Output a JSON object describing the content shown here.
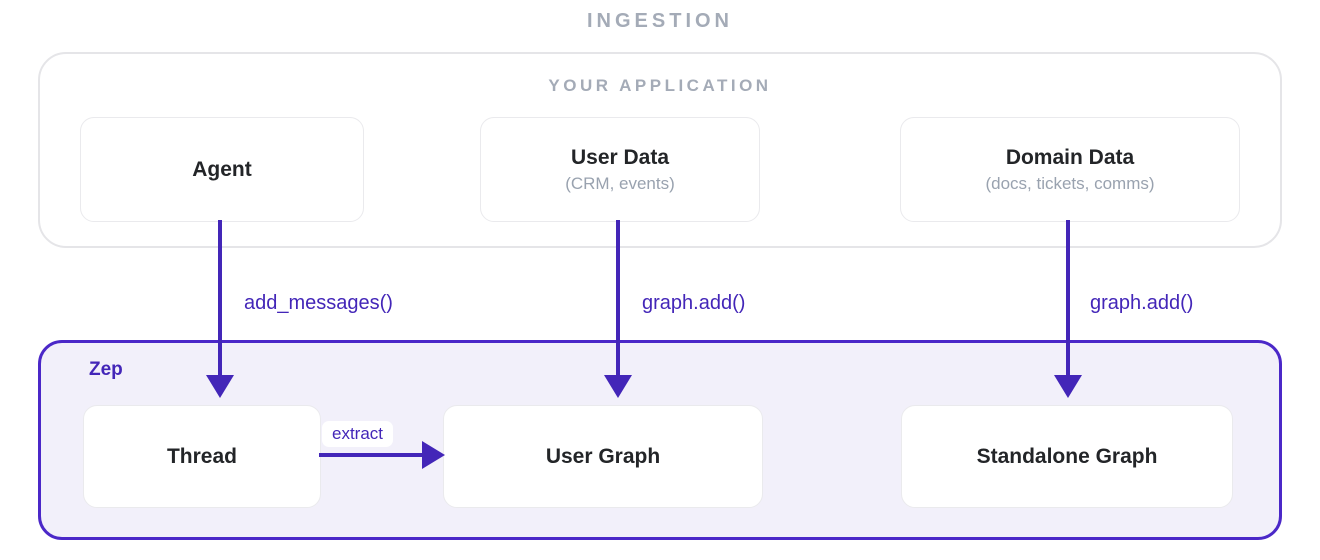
{
  "title": "INGESTION",
  "app_container": {
    "label": "YOUR APPLICATION",
    "boxes": [
      {
        "title": "Agent",
        "subtitle": ""
      },
      {
        "title": "User Data",
        "subtitle": "(CRM, events)"
      },
      {
        "title": "Domain Data",
        "subtitle": "(docs, tickets, comms)"
      }
    ]
  },
  "zep_container": {
    "label": "Zep",
    "boxes": [
      {
        "title": "Thread"
      },
      {
        "title": "User Graph"
      },
      {
        "title": "Standalone Graph"
      }
    ]
  },
  "arrows": {
    "agent_to_thread": {
      "label": "add_messages()"
    },
    "user_data_to_user_graph": {
      "label": "graph.add()"
    },
    "domain_data_to_standalone_graph": {
      "label": "graph.add()"
    },
    "thread_to_user_graph": {
      "label": "extract"
    }
  },
  "colors": {
    "accent_purple": "#4326B8",
    "zep_border": "#4B28C8",
    "zep_fill": "#F2F0FA",
    "container_border": "#E5E5E8",
    "node_border": "#EAEAED",
    "muted_label": "#A4ABB7",
    "subtitle_text": "#99A2AF",
    "node_title_text": "#232528"
  }
}
